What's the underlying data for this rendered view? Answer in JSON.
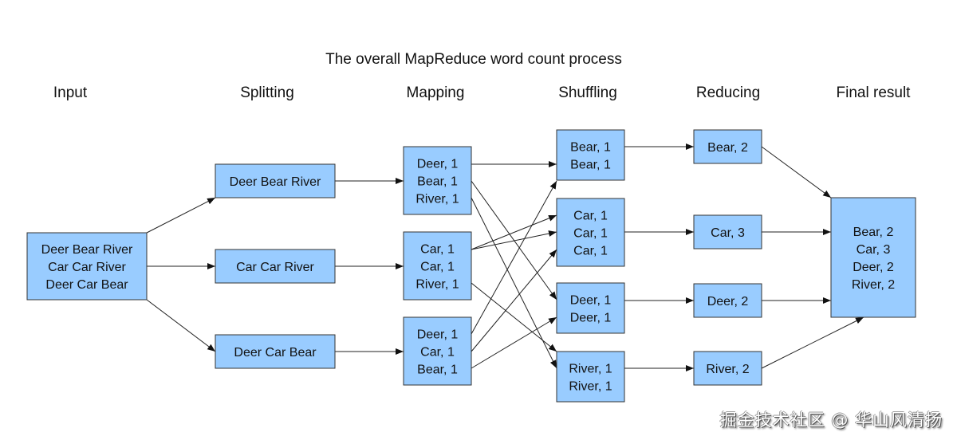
{
  "title": "The overall MapReduce word count process",
  "stages": [
    "Input",
    "Splitting",
    "Mapping",
    "Shuffling",
    "Reducing",
    "Final result"
  ],
  "colors": {
    "box_fill": "#99ccff",
    "box_stroke": "#333333",
    "edge": "#222222"
  },
  "nodes": [
    {
      "id": "input",
      "stage": "Input",
      "lines": [
        "Deer Bear River",
        "Car Car River",
        "Deer Car Bear"
      ]
    },
    {
      "id": "split1",
      "stage": "Splitting",
      "lines": [
        "Deer Bear River"
      ]
    },
    {
      "id": "split2",
      "stage": "Splitting",
      "lines": [
        "Car Car River"
      ]
    },
    {
      "id": "split3",
      "stage": "Splitting",
      "lines": [
        "Deer Car Bear"
      ]
    },
    {
      "id": "map1",
      "stage": "Mapping",
      "lines": [
        "Deer, 1",
        "Bear, 1",
        "River, 1"
      ]
    },
    {
      "id": "map2",
      "stage": "Mapping",
      "lines": [
        "Car, 1",
        "Car, 1",
        "River, 1"
      ]
    },
    {
      "id": "map3",
      "stage": "Mapping",
      "lines": [
        "Deer, 1",
        "Car, 1",
        "Bear, 1"
      ]
    },
    {
      "id": "shuf_bear",
      "stage": "Shuffling",
      "lines": [
        "Bear, 1",
        "Bear, 1"
      ]
    },
    {
      "id": "shuf_car",
      "stage": "Shuffling",
      "lines": [
        "Car, 1",
        "Car, 1",
        "Car, 1"
      ]
    },
    {
      "id": "shuf_deer",
      "stage": "Shuffling",
      "lines": [
        "Deer, 1",
        "Deer, 1"
      ]
    },
    {
      "id": "shuf_river",
      "stage": "Shuffling",
      "lines": [
        "River, 1",
        "River, 1"
      ]
    },
    {
      "id": "red_bear",
      "stage": "Reducing",
      "lines": [
        "Bear, 2"
      ]
    },
    {
      "id": "red_car",
      "stage": "Reducing",
      "lines": [
        "Car, 3"
      ]
    },
    {
      "id": "red_deer",
      "stage": "Reducing",
      "lines": [
        "Deer, 2"
      ]
    },
    {
      "id": "red_river",
      "stage": "Reducing",
      "lines": [
        "River, 2"
      ]
    },
    {
      "id": "final",
      "stage": "Final result",
      "lines": [
        "Bear, 2",
        "Car, 3",
        "Deer, 2",
        "River, 2"
      ]
    }
  ],
  "edges": [
    [
      "input",
      "split1"
    ],
    [
      "input",
      "split2"
    ],
    [
      "input",
      "split3"
    ],
    [
      "split1",
      "map1"
    ],
    [
      "split2",
      "map2"
    ],
    [
      "split3",
      "map3"
    ],
    [
      "map1",
      "shuf_bear"
    ],
    [
      "map1",
      "shuf_deer"
    ],
    [
      "map1",
      "shuf_river"
    ],
    [
      "map2",
      "shuf_car"
    ],
    [
      "map2",
      "shuf_car"
    ],
    [
      "map2",
      "shuf_river"
    ],
    [
      "map3",
      "shuf_deer"
    ],
    [
      "map3",
      "shuf_car"
    ],
    [
      "map3",
      "shuf_bear"
    ],
    [
      "shuf_bear",
      "red_bear"
    ],
    [
      "shuf_car",
      "red_car"
    ],
    [
      "shuf_deer",
      "red_deer"
    ],
    [
      "shuf_river",
      "red_river"
    ],
    [
      "red_bear",
      "final"
    ],
    [
      "red_car",
      "final"
    ],
    [
      "red_deer",
      "final"
    ],
    [
      "red_river",
      "final"
    ]
  ],
  "watermark": "掘金技术社区 @ 华山风清扬"
}
